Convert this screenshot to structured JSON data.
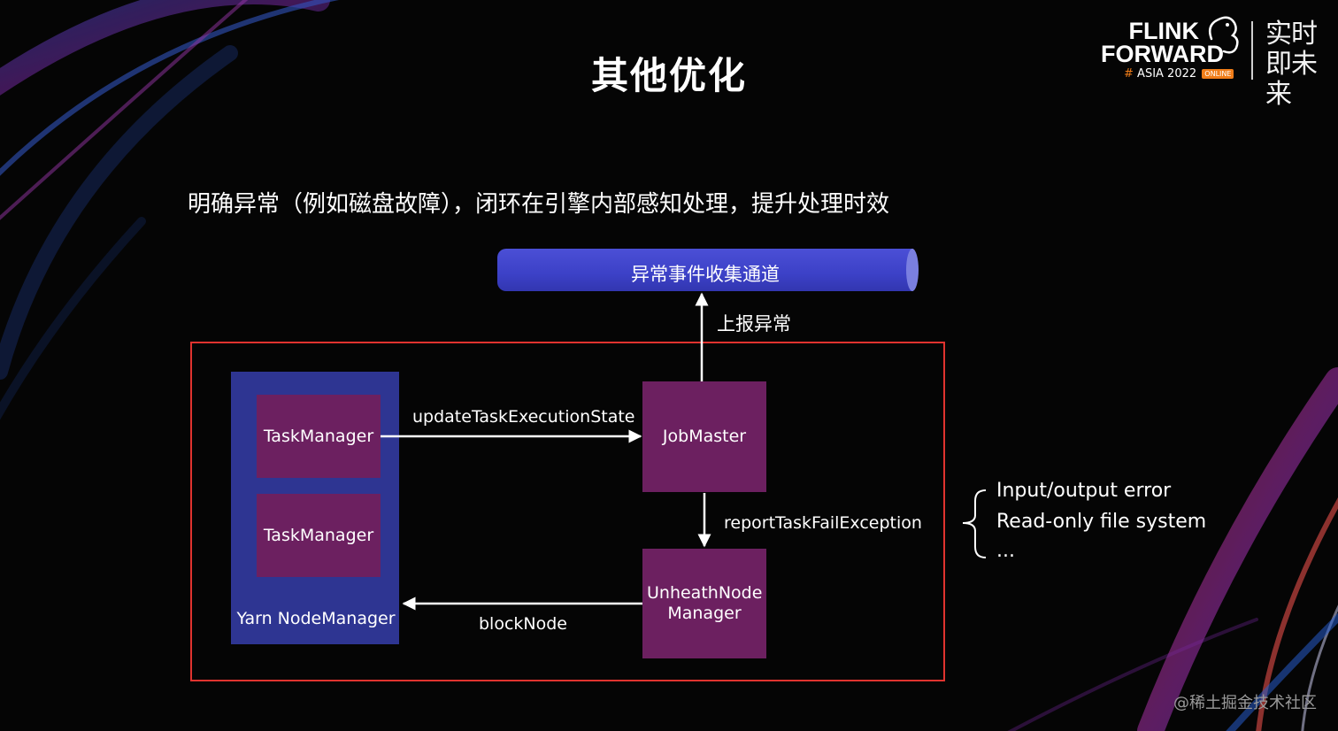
{
  "slide": {
    "title": "其他优化",
    "subtitle": "明确异常（例如磁盘故障），闭环在引擎内部感知处理，提升处理时效"
  },
  "logo": {
    "line1": "FLINK",
    "line2": "FORWARD",
    "hash": "#",
    "event": "ASIA 2022",
    "badge": "ONLINE",
    "slogan": "实时即未来"
  },
  "diagram": {
    "channel_label": "异常事件收集通道",
    "report_label": "上报异常",
    "yarn_label": "Yarn NodeManager",
    "taskmanager1": "TaskManager",
    "taskmanager2": "TaskManager",
    "jobmaster": "JobMaster",
    "unhealth_manager": "UnheathNode Manager",
    "update_label": "updateTaskExecutionState",
    "report_fail_label": "reportTaskFailException",
    "block_label": "blockNode",
    "errors": [
      "Input/output error",
      "Read-only file system",
      "..."
    ]
  },
  "watermark": "@稀土掘金技术社区",
  "colors": {
    "channel": "#3c41c7",
    "yarn_box": "#2e3592",
    "component_box": "#6c2060",
    "frame": "#e0332f",
    "accent": "#f07d19"
  }
}
